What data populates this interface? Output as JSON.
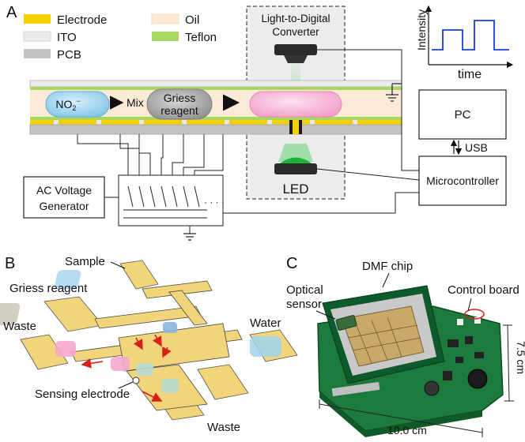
{
  "panels": {
    "a": "A",
    "b": "B",
    "c": "C"
  },
  "legend": {
    "electrode": "Electrode",
    "ito": "ITO",
    "pcb": "PCB",
    "oil": "Oil",
    "teflon": "Teflon"
  },
  "schematic": {
    "converter_line1": "Light-to-Digital",
    "converter_line2": "Converter",
    "droplet_no2": "NO",
    "droplet_no2_sup": "2",
    "droplet_no2_charge": "−",
    "mix": "Mix",
    "griess_line1": "Griess",
    "griess_line2": "reagent",
    "led": "LED",
    "pc": "PC",
    "usb": "USB",
    "microcontroller": "Microcontroller",
    "ac_line1": "AC Voltage",
    "ac_line2": "Generator",
    "ellipsis": "· · · ·"
  },
  "plot": {
    "ylabel": "Intensity",
    "xlabel": "time"
  },
  "chip_layout": {
    "sample": "Sample",
    "griess": "Griess reagent",
    "water": "Water",
    "waste_left": "Waste",
    "waste_bottom": "Waste",
    "sensing": "Sensing electrode"
  },
  "photo": {
    "dmf_chip": "DMF chip",
    "optical_line1": "Optical",
    "optical_line2": "sensor",
    "control_board": "Control board",
    "width": "10.0 cm",
    "height": "7.5 cm"
  },
  "colors": {
    "electrode": "#f5d000",
    "ito": "#ececec",
    "pcb": "#c4c4c4",
    "oil": "#fbebd6",
    "teflon": "#a8d860",
    "droplet_blue": "#9dd3f0",
    "droplet_gray": "#a9a9a9",
    "droplet_pink": "#f7b6d8",
    "signal": "#1a3fd6",
    "led": "#1db33a",
    "board": "#1c7a3c"
  }
}
